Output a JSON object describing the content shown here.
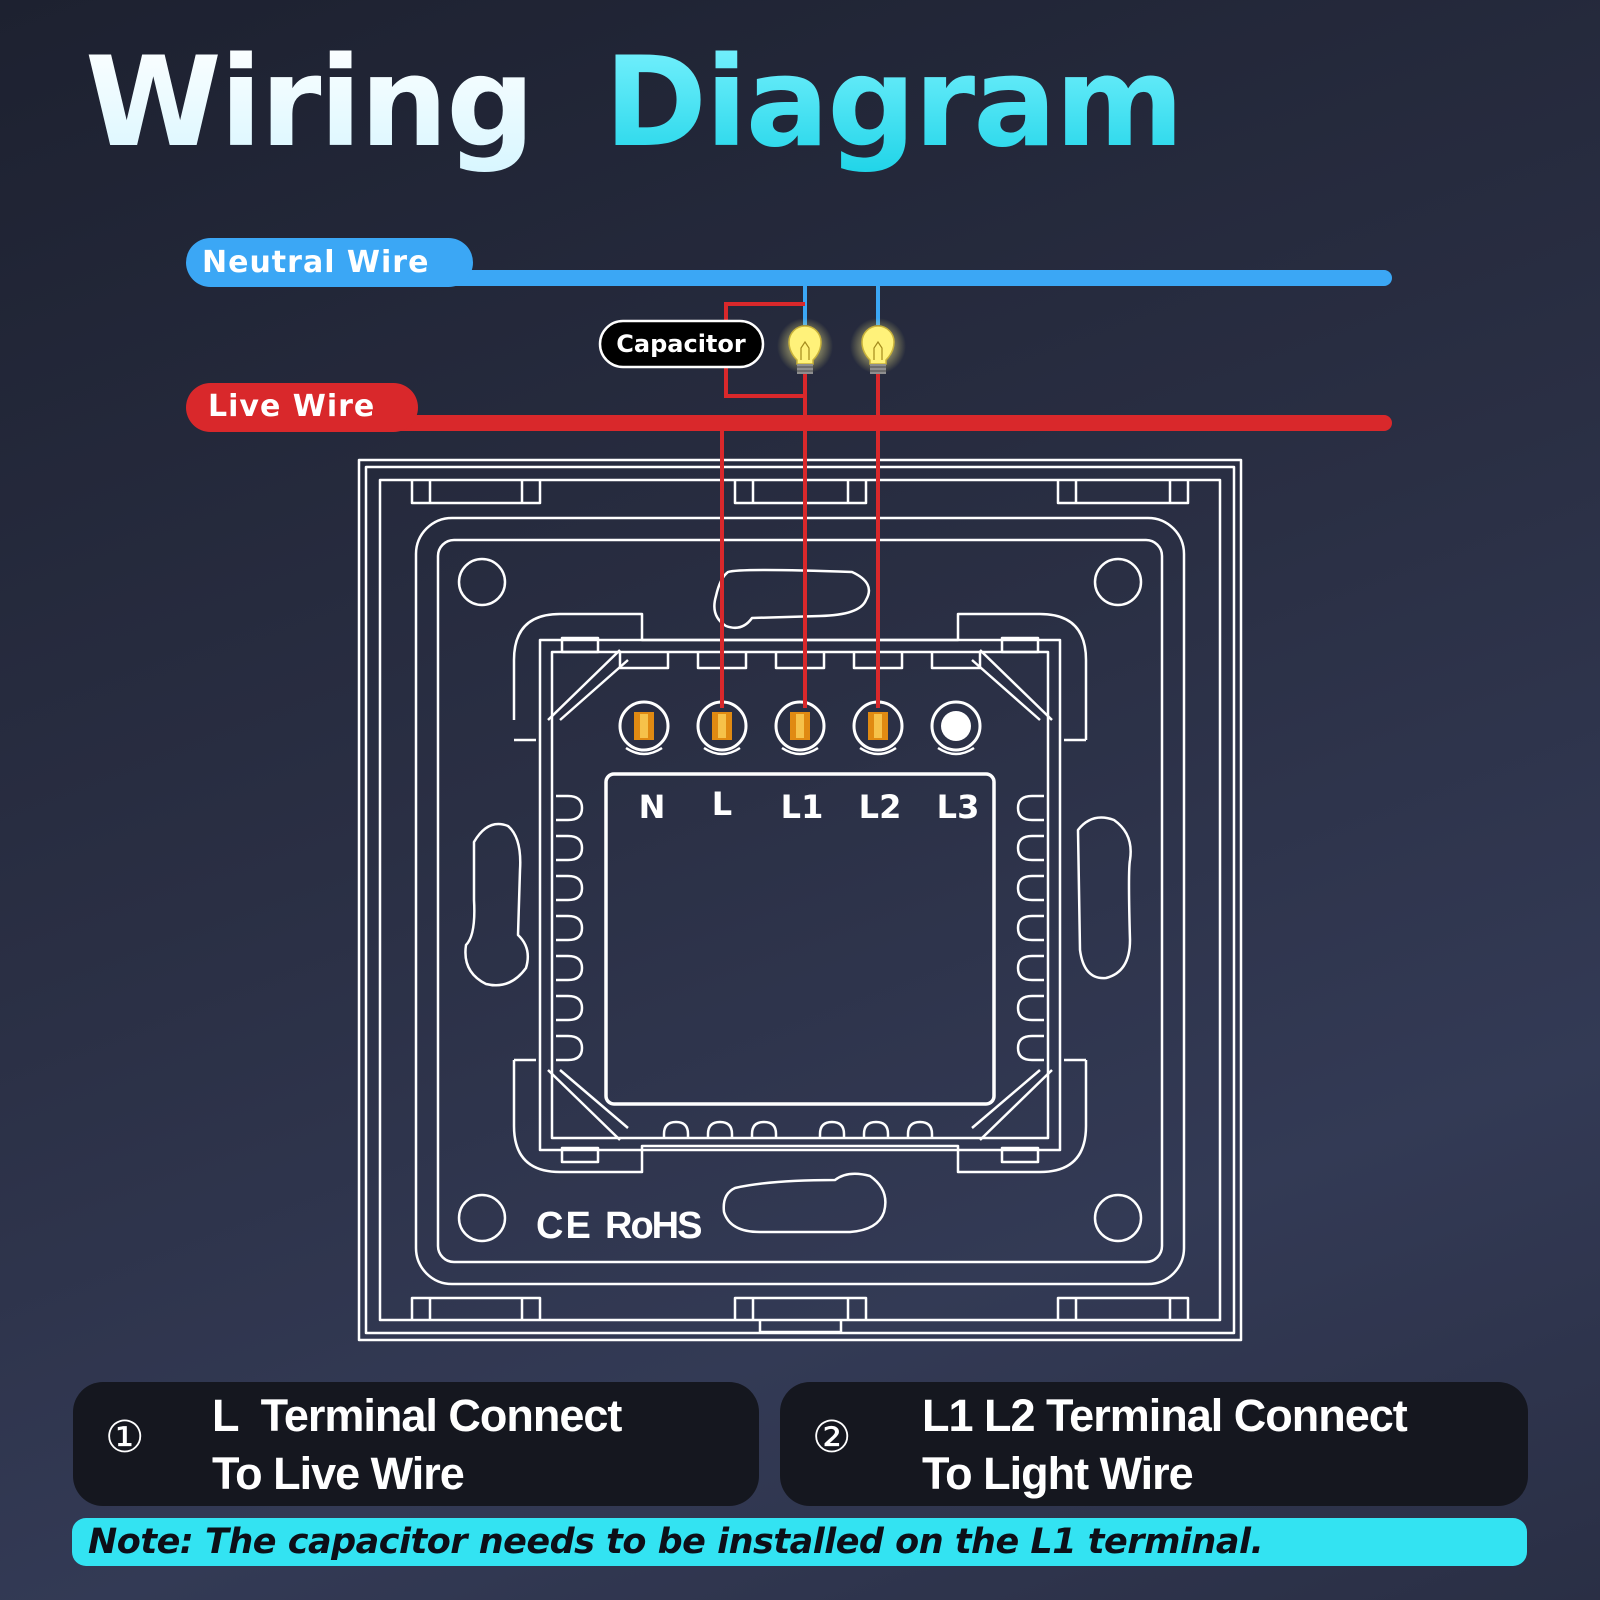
{
  "title": {
    "word1": "Wiring",
    "word2": "Diagram"
  },
  "wires": {
    "neutral_label": "Neutral Wire",
    "live_label": "Live Wire",
    "neutral_color": "#3ba7f5",
    "live_color": "#d9282b"
  },
  "capacitor": {
    "label": "Capacitor"
  },
  "terminals": [
    {
      "label": "N",
      "has_wire": false
    },
    {
      "label": "L",
      "has_wire": true
    },
    {
      "label": "L1",
      "has_wire": true
    },
    {
      "label": "L2",
      "has_wire": true
    },
    {
      "label": "L3",
      "has_wire": false
    }
  ],
  "certifications": {
    "ce": "CE",
    "rohs": "RoHS"
  },
  "cards": [
    {
      "number": "①",
      "line1": "L  Terminal Connect",
      "line2": "To Live Wire"
    },
    {
      "number": "②",
      "line1": "L1 L2 Terminal Connect",
      "line2": "To Light Wire"
    }
  ],
  "note": "Note: The capacitor needs to be installed on the L1 terminal.",
  "colors": {
    "accent_cyan": "#33e3f2",
    "terminal_brass": "#e08a12",
    "bulb_glow": "#fff27a"
  }
}
